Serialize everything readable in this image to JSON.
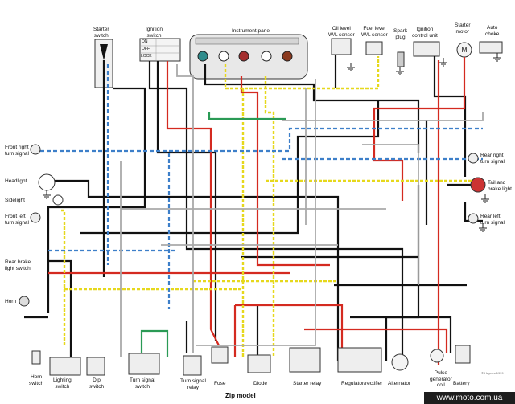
{
  "title": "Zip model",
  "copyright": "© Haynes 1999",
  "watermark": "www.moto.com.ua",
  "labels": {
    "starter_switch": "Starter\nswitch",
    "ignition_switch": "Ignition\nswitch",
    "instrument_panel": "Instrument panel",
    "oil_level": "Oil level\nW/L sensor",
    "fuel_level": "Fuel level\nW/L sensor",
    "spark_plug": "Spark\nplug",
    "ignition_control": "Ignition\ncontrol unit",
    "starter_motor": "Starter\nmotor",
    "auto_choke": "Auto\nchoke",
    "front_right_turn": "Front right\nturn signal",
    "headlight": "Headlight",
    "sidelight": "Sidelight",
    "front_left_turn": "Front left\nturn signal",
    "rear_brake_switch": "Rear brake\nlight switch",
    "horn_left": "Horn",
    "rear_right_turn": "Rear right\nturn signal",
    "tail_brake": "Tail and\nbrake light",
    "rear_left_turn": "Rear left\nturn signal",
    "horn_switch": "Horn\nswitch",
    "lighting_switch": "Lighting\nswitch",
    "dip_switch": "Dip\nswitch",
    "turn_signal_switch": "Turn signal\nswitch",
    "turn_signal_relay": "Turn signal\nrelay",
    "fuse": "Fuse",
    "diode": "Diode",
    "starter_relay": "Starter relay",
    "regulator": "Regulator/rectifier",
    "alternator": "Alternator",
    "pulse_coil": "Pulse\ngenerator\ncoil",
    "battery": "Battery"
  },
  "switch_positions": [
    "ON",
    "OFF",
    "LOCK"
  ],
  "wire_colors": {
    "black": "#111111",
    "red": "#d42a20",
    "yellow": "#e6d81c",
    "green": "#2a9a55",
    "blue": "#3d7fc9",
    "white_green": "#7dc79c",
    "grey": "#a9a9a9",
    "light_blue": "#9cc6e8"
  },
  "icons": {
    "lamp": "bulb-icon",
    "ground": "ground-icon",
    "connector": "connector-icon"
  }
}
